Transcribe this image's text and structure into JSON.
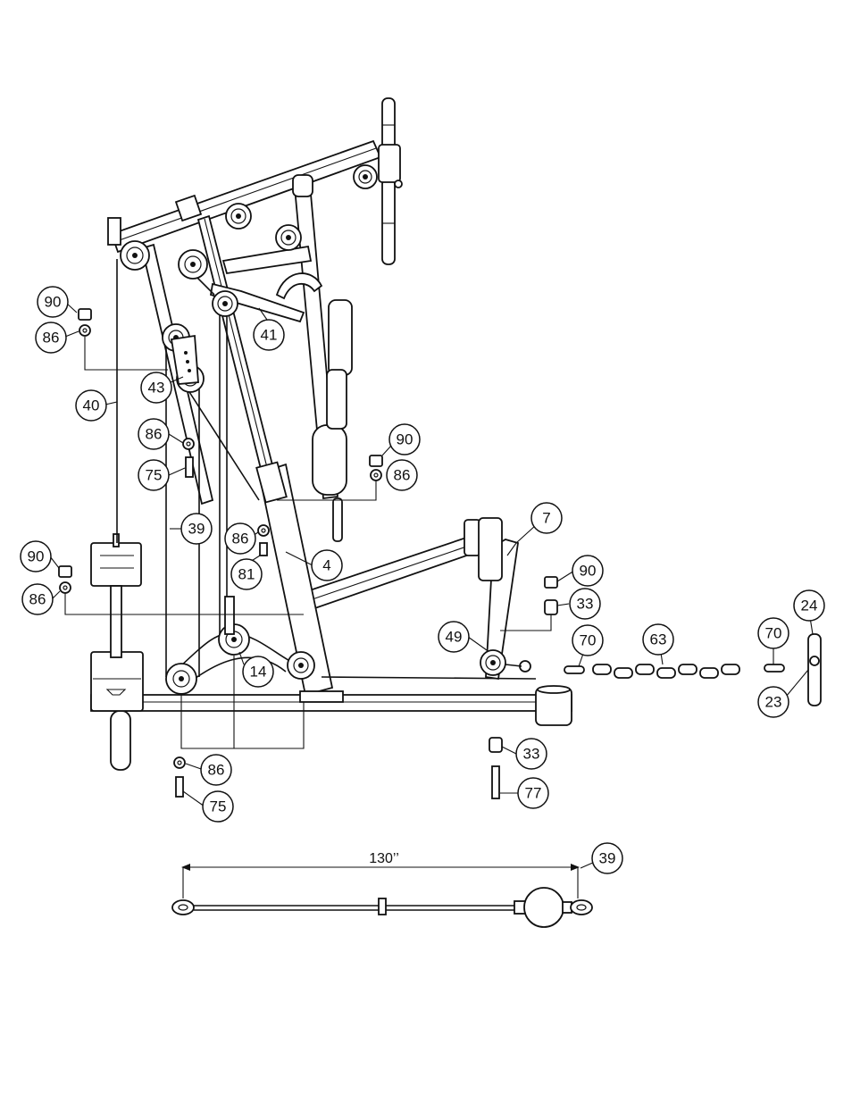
{
  "callouts": {
    "p90a": "90",
    "p86a": "86",
    "p41": "41",
    "p43": "43",
    "p40": "40",
    "p86b": "86",
    "p75a": "75",
    "p90b": "90",
    "p86c": "86",
    "p39a": "39",
    "p86d": "86",
    "p81": "81",
    "p4": "4",
    "p7": "7",
    "p90c": "90",
    "p86e": "86",
    "p90d": "90",
    "p33a": "33",
    "p49": "49",
    "p70a": "70",
    "p63": "63",
    "p70b": "70",
    "p24": "24",
    "p23": "23",
    "p14": "14",
    "p86f": "86",
    "p75b": "75",
    "p33b": "33",
    "p77": "77",
    "p39b": "39"
  },
  "cable_dimension": "130’’"
}
